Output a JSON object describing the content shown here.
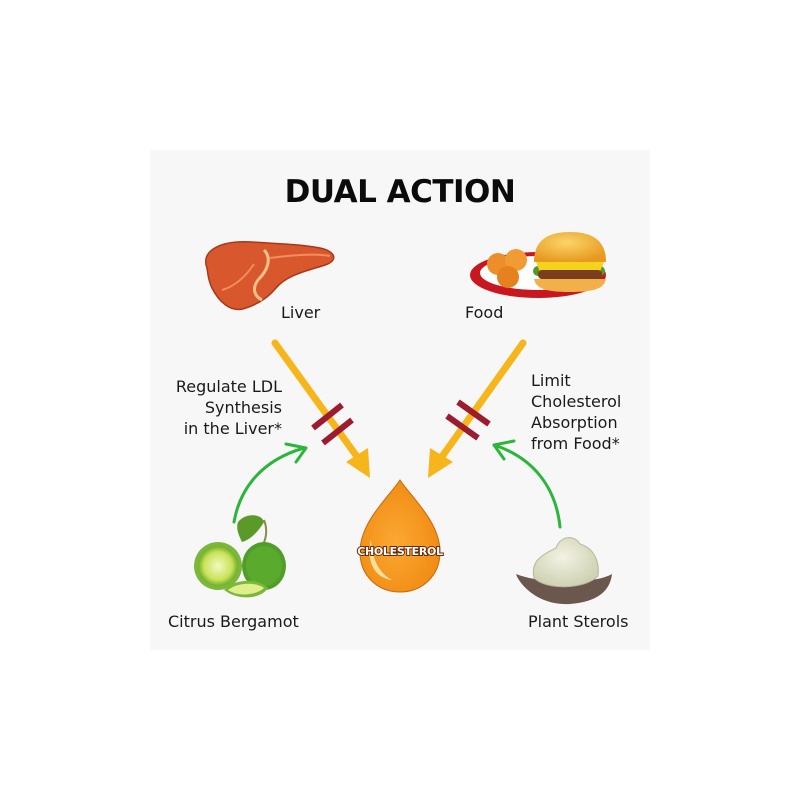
{
  "title": "DUAL ACTION",
  "sources": {
    "liver": {
      "label": "Liver",
      "icon": "liver-icon"
    },
    "food": {
      "label": "Food",
      "icon": "burger-plate-icon"
    }
  },
  "agents": {
    "bergamot": {
      "label": "Citrus Bergamot",
      "icon": "bergamot-fruit-icon"
    },
    "sterols": {
      "label": "Plant Sterols",
      "icon": "plant-sterol-paste-icon"
    }
  },
  "target": {
    "label": "CHOLESTEROL",
    "icon": "cholesterol-drop-icon"
  },
  "actions": {
    "left": [
      "Regulate LDL",
      "Synthesis",
      "in the Liver*"
    ],
    "right": [
      "Limit",
      "Cholesterol",
      "Absorption",
      "from Food*"
    ]
  },
  "colors": {
    "panel_bg": "#f7f7f7",
    "flow_arrow": "#f7b51c",
    "block_bars": "#9c1b2e",
    "inhibit_arrow": "#2bb53a",
    "drop": "#f7941d",
    "title": "#0b0b0b"
  }
}
